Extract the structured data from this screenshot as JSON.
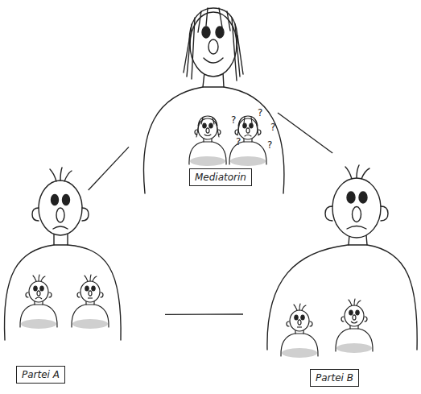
{
  "diagram": {
    "nodes": [
      {
        "text": [
          "Mediatorin"
        ]
      },
      {
        "text": [
          "Partei A"
        ]
      },
      {
        "text": [
          "Partei B"
        ]
      }
    ],
    "edges": [
      {
        "from": 0,
        "to": 1,
        "arrow": "none"
      },
      {
        "from": 0,
        "to": 2,
        "arrow": "none"
      },
      {
        "from": 1,
        "to": 2,
        "arrow": "none"
      }
    ],
    "labels": [
      "?",
      "?",
      "?",
      "?",
      "?"
    ]
  }
}
